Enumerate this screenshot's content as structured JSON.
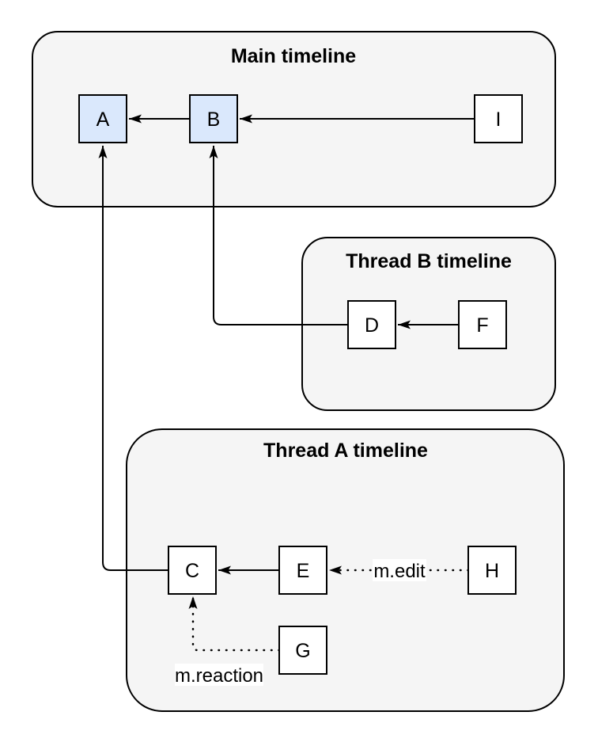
{
  "colors": {
    "canvas_bg": "#ffffff",
    "container_fill": "#f5f5f5",
    "container_stroke": "#000000",
    "highlight_node_fill": "#dae8fc",
    "default_node_fill": "#ffffff",
    "node_stroke": "#000000",
    "edge_stroke": "#000000",
    "edge_label_bg": "#ffffff",
    "text_color": "#000000"
  },
  "containers": [
    {
      "title": "Main timeline"
    },
    {
      "title": "Thread B timeline"
    },
    {
      "title": "Thread A timeline"
    }
  ],
  "nodes": [
    {
      "label": "A",
      "timeline": "Main timeline",
      "highlighted": true
    },
    {
      "label": "B",
      "timeline": "Main timeline",
      "highlighted": true
    },
    {
      "label": "I",
      "timeline": "Main timeline",
      "highlighted": false
    },
    {
      "label": "D",
      "timeline": "Thread B timeline",
      "highlighted": false
    },
    {
      "label": "F",
      "timeline": "Thread B timeline",
      "highlighted": false
    },
    {
      "label": "C",
      "timeline": "Thread A timeline",
      "highlighted": false
    },
    {
      "label": "E",
      "timeline": "Thread A timeline",
      "highlighted": false
    },
    {
      "label": "H",
      "timeline": "Thread A timeline",
      "highlighted": false
    },
    {
      "label": "G",
      "timeline": "Thread A timeline",
      "highlighted": false
    }
  ],
  "edges": [
    {
      "from": "B",
      "to": "A",
      "style": "solid",
      "label": ""
    },
    {
      "from": "I",
      "to": "B",
      "style": "solid",
      "label": ""
    },
    {
      "from": "F",
      "to": "D",
      "style": "solid",
      "label": ""
    },
    {
      "from": "D",
      "to": "B",
      "style": "solid",
      "label": ""
    },
    {
      "from": "C",
      "to": "A",
      "style": "solid",
      "label": ""
    },
    {
      "from": "E",
      "to": "C",
      "style": "solid",
      "label": ""
    },
    {
      "from": "H",
      "to": "E",
      "style": "dotted",
      "label": "m.edit"
    },
    {
      "from": "G",
      "to": "C",
      "style": "dotted",
      "label": "m.reaction"
    }
  ]
}
